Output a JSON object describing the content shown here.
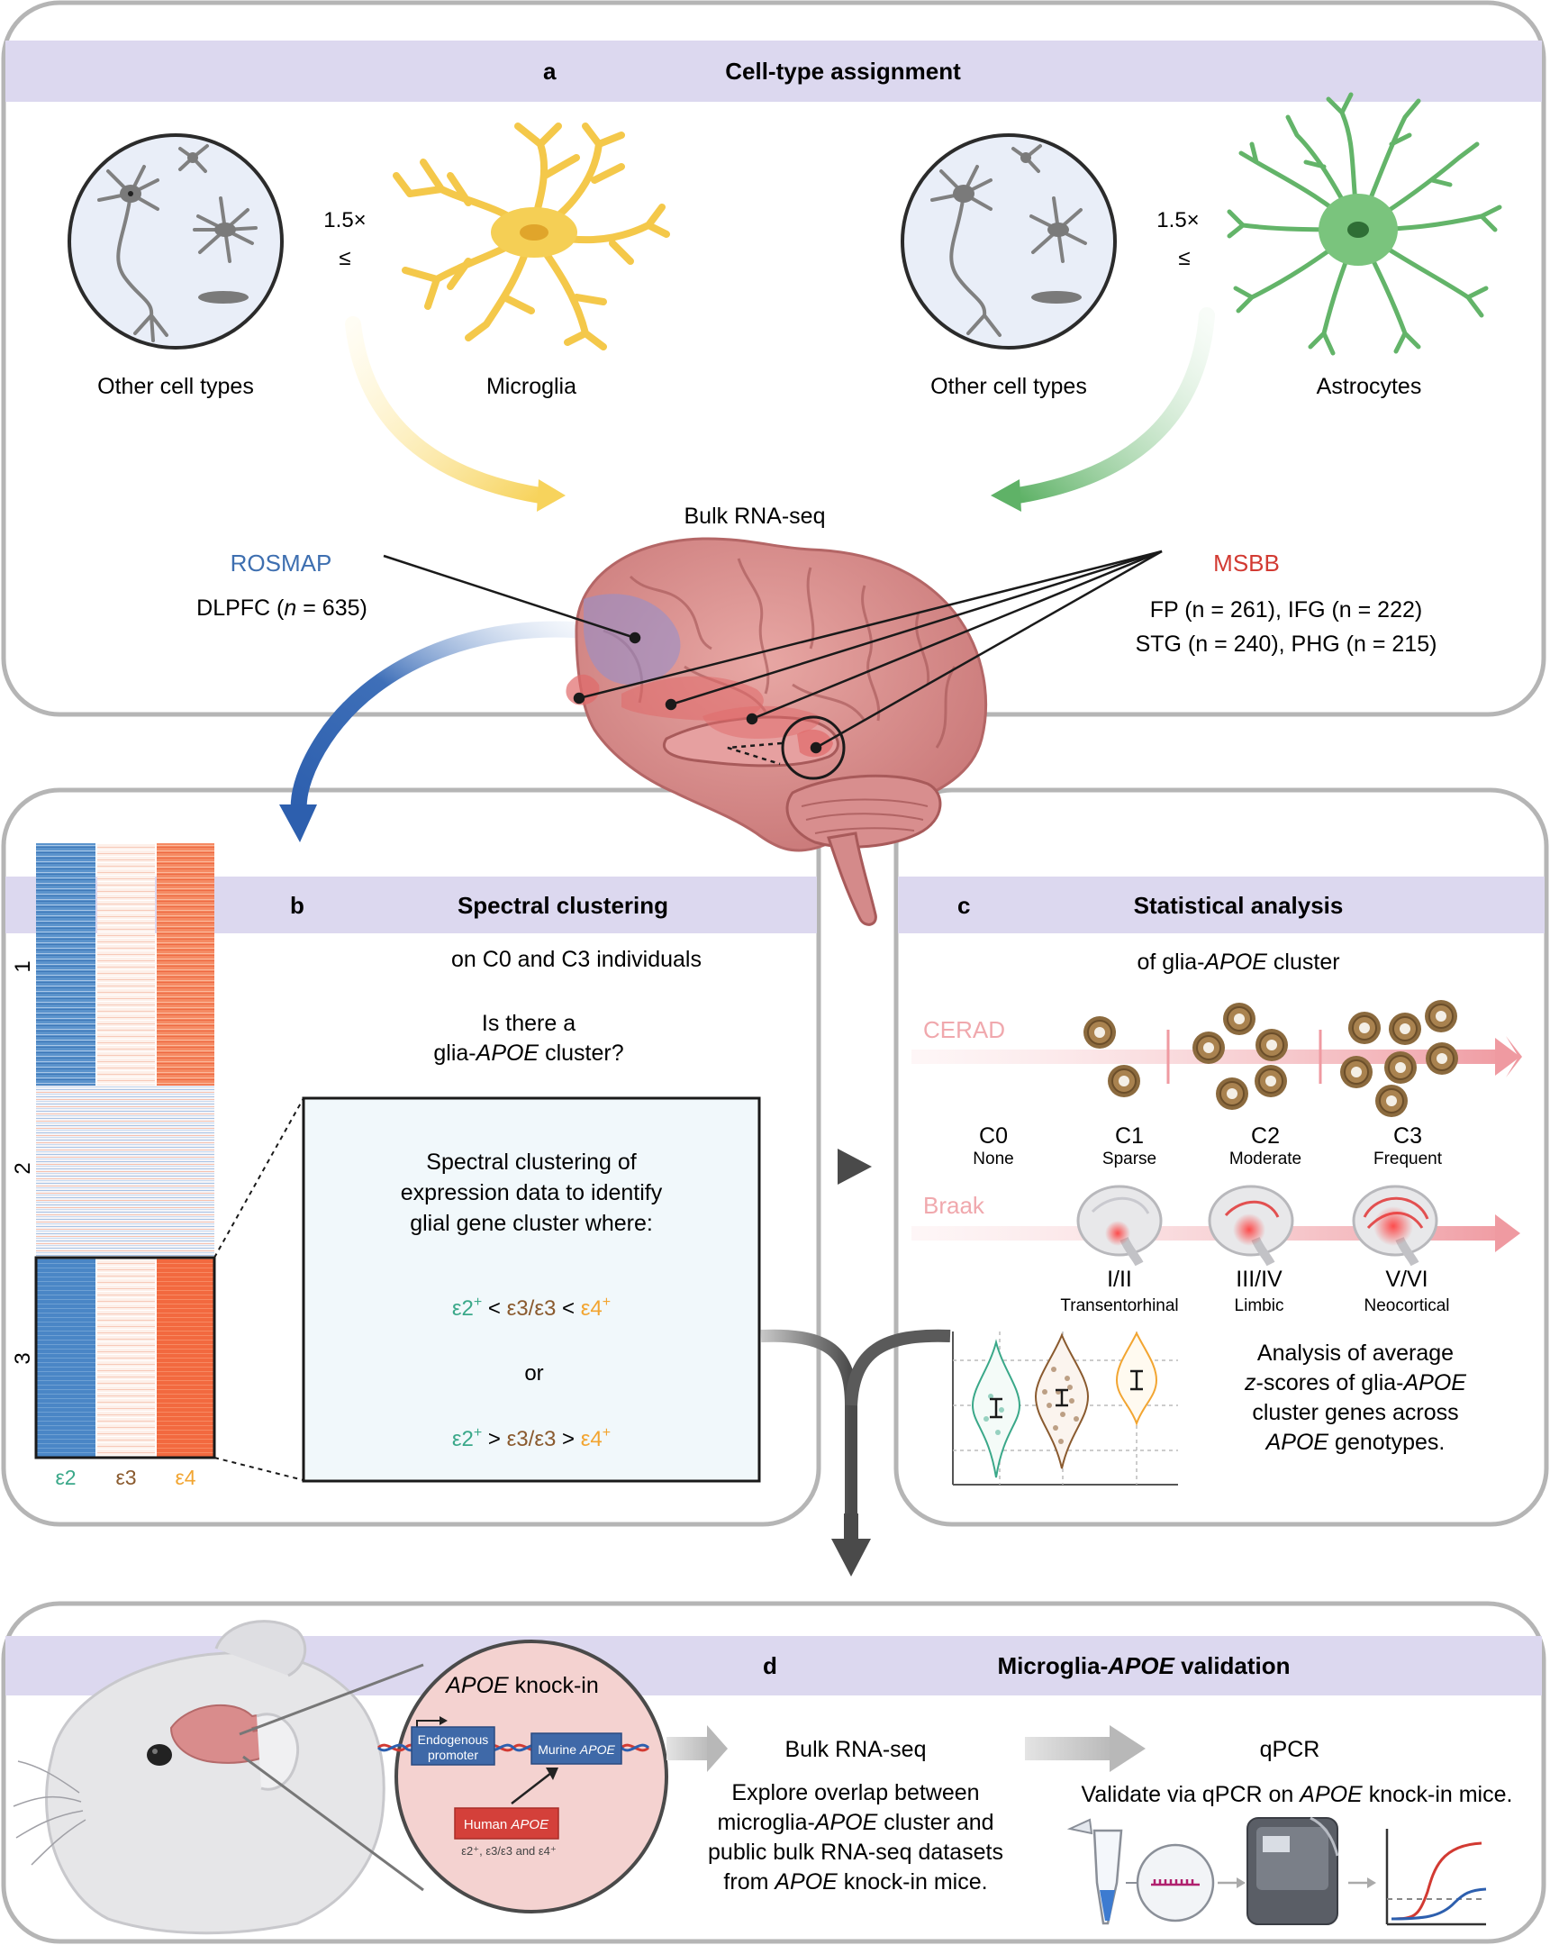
{
  "colors": {
    "panel_band": "#dcd8ef",
    "panel_border": "#b5b5b5",
    "rosmap_blue": "#3e6fb0",
    "msbb_red": "#d23a32",
    "e2_green": "#3aa889",
    "e3_brown": "#8a5a2e",
    "e4_orange": "#f2a531",
    "microglia_yellow": "#f5cf55",
    "astro_green": "#63b469",
    "brain_pink": "#d98c8c",
    "cerad_pink": "#ee9da3",
    "heat_blue": "#4a86c4",
    "heat_red": "#f06a45"
  },
  "panel_a": {
    "letter": "a",
    "title": "Cell-type assignment",
    "left_threshold": "1.5×",
    "left_relation": "≤",
    "right_threshold": "1.5×",
    "right_relation": "≤",
    "left_other_label": "Other cell types",
    "microglia_label": "Microglia",
    "right_other_label": "Other cell types",
    "astrocytes_label": "Astrocytes",
    "bulk_label": "Bulk RNA-seq",
    "rosmap_label": "ROSMAP",
    "rosmap_region_prefix": "DLPFC (",
    "rosmap_n_symbol": "n",
    "rosmap_region_suffix": " = 635)",
    "msbb_label": "MSBB",
    "msbb_line1": "FP (n = 261), IFG (n = 222)",
    "msbb_line2": "STG (n = 240), PHG (n = 215)",
    "icons": [
      "neuron-icon",
      "microglia-icon",
      "astrocyte-icon",
      "brain-icon"
    ]
  },
  "panel_b": {
    "letter": "b",
    "title": "Spectral clustering",
    "subtitle": "on C0 and C3 individuals",
    "question_line1": "Is there a",
    "question_line2_prefix": "glia-",
    "question_line2_gene": "APOE",
    "question_line2_suffix": " cluster?",
    "box_line1": "Spectral clustering of",
    "box_line2": "expression data to identify",
    "box_line3": "glial gene cluster where:",
    "ineq1": {
      "a": "ε2",
      "a_sup": "+",
      "op1": " < ",
      "b": "ε3/ε3",
      "op2": " < ",
      "c": "ε4",
      "c_sup": "+"
    },
    "or_label": "or",
    "ineq2": {
      "a": "ε2",
      "a_sup": "+",
      "op1": " > ",
      "b": "ε3/ε3",
      "op2": " > ",
      "c": "ε4",
      "c_sup": "+"
    },
    "heatmap_rows": [
      "1",
      "2",
      "3"
    ],
    "heatmap_cols": [
      "ε2",
      "ε3",
      "ε4"
    ]
  },
  "panel_c": {
    "letter": "c",
    "title": "Statistical analysis",
    "subtitle_prefix": "of glia-",
    "subtitle_gene": "APOE",
    "subtitle_suffix": " cluster",
    "cerad_label": "CERAD",
    "cerad_stages": [
      {
        "code": "C0",
        "name": "None"
      },
      {
        "code": "C1",
        "name": "Sparse"
      },
      {
        "code": "C2",
        "name": "Moderate"
      },
      {
        "code": "C3",
        "name": "Frequent"
      }
    ],
    "braak_label": "Braak",
    "braak_stages": [
      {
        "code": "I/II",
        "name": "Transentorhinal"
      },
      {
        "code": "III/IV",
        "name": "Limbic"
      },
      {
        "code": "V/VI",
        "name": "Neocortical"
      }
    ],
    "analysis_line1": "Analysis of average",
    "analysis_line2_a": "z",
    "analysis_line2_b": "-scores of glia-",
    "analysis_line2_c": "APOE",
    "analysis_line3": "cluster genes across",
    "analysis_line4_a": "APOE",
    "analysis_line4_b": " genotypes."
  },
  "panel_d": {
    "letter": "d",
    "title_prefix": "Microglia-",
    "title_gene": "APOE",
    "title_suffix": " validation",
    "knockin_gene": "APOE",
    "knockin_suffix": " knock-in",
    "endogenous_line1": "Endogenous",
    "endogenous_line2": "promoter",
    "murine_prefix": "Murine ",
    "murine_gene": "APOE",
    "human_prefix": "Human ",
    "human_gene": "APOE",
    "genotypes_caption": "ε2⁺, ε3/ε3 and ε4⁺",
    "bulk_label": "Bulk RNA-seq",
    "explore_line1": "Explore overlap between",
    "explore_line2_a": "microglia-",
    "explore_line2_b": "APOE",
    "explore_line2_c": " cluster and",
    "explore_line3": "public bulk RNA-seq datasets",
    "explore_line4_a": "from ",
    "explore_line4_b": "APOE",
    "explore_line4_c": " knock-in mice.",
    "qpcr_label": "qPCR",
    "validate_a": "Validate via qPCR on ",
    "validate_b": "APOE",
    "validate_c": " knock-in mice."
  }
}
